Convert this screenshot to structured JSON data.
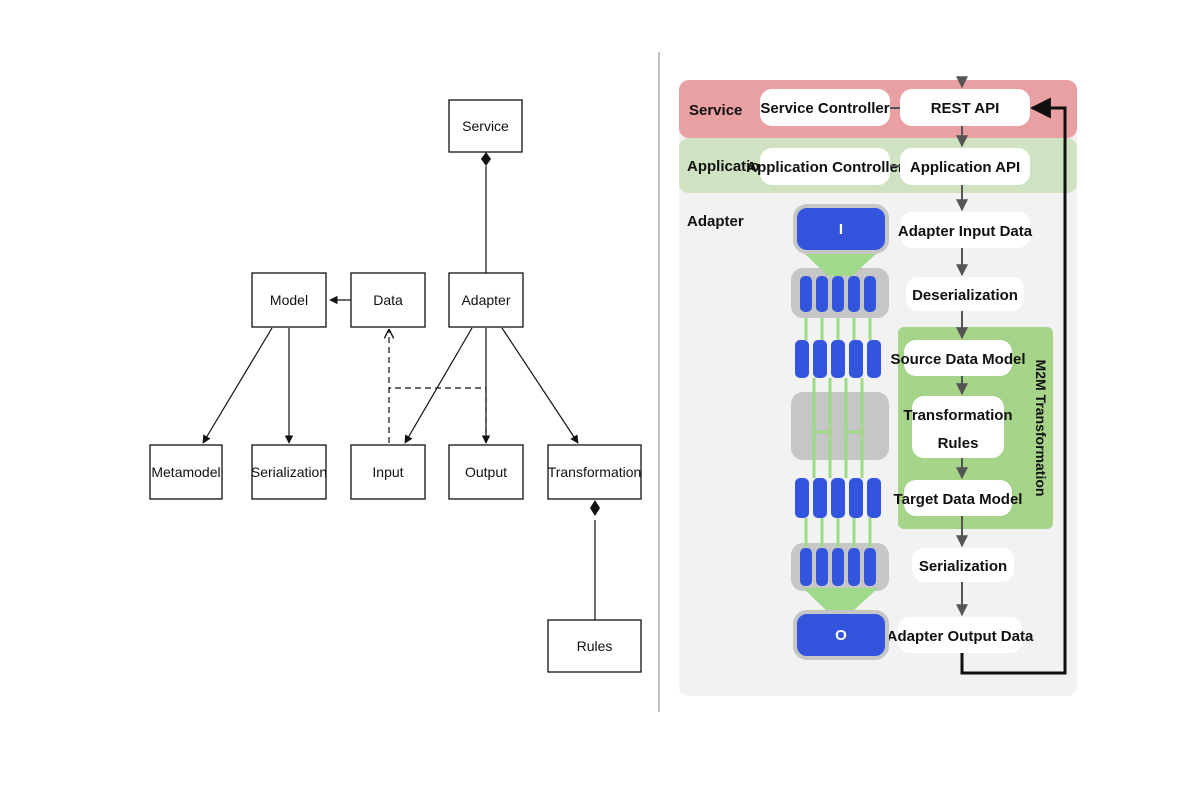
{
  "uml": {
    "service": "Service",
    "model": "Model",
    "data": "Data",
    "adapter": "Adapter",
    "metamodel": "Metamodel",
    "serialization": "Serialization",
    "input": "Input",
    "output": "Output",
    "transformation": "Transformation",
    "rules": "Rules"
  },
  "arch": {
    "layers": {
      "service": "Service",
      "application": "Application",
      "adapter": "Adapter"
    },
    "service_controller": "Service Controller",
    "rest_api": "REST API",
    "application_controller": "Application Controller",
    "application_api": "Application API",
    "adapter_input_data": "Adapter Input Data",
    "deserialization": "Deserialization",
    "source_data_model": "Source Data Model",
    "transformation_rules_line1": "Transformation",
    "transformation_rules_line2": "Rules",
    "target_data_model": "Target Data Model",
    "serialization": "Serialization",
    "adapter_output_data": "Adapter Output Data",
    "m2m_label": "M2M Transformation",
    "input_symbol": "I",
    "output_symbol": "O"
  },
  "colors": {
    "service_layer": "#e8a0a3",
    "application_layer": "#cfe3c3",
    "adapter_layer": "#f2f2f2",
    "m2m_box": "#a6d58a",
    "node_blue": "#3355dd",
    "node_gray": "#c6c6c6",
    "flow_green": "#9fd98a"
  }
}
